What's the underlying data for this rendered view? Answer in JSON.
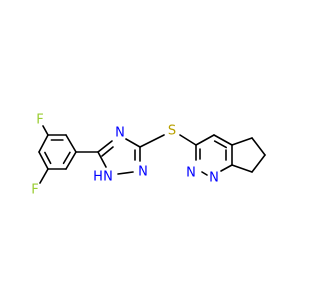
{
  "molecule": {
    "atoms": {
      "f_top": "F",
      "f_bottom": "F",
      "n_triazole_top": "N",
      "n_triazole_bottom": "N",
      "nh_triazole_h": "H",
      "nh_triazole_n": "N",
      "sulfur": "S",
      "n_pyridazine_1": "N",
      "n_pyridazine_2": "N"
    },
    "colors": {
      "bond": "#000000",
      "fluorine": "#9ACD32",
      "nitrogen": "#0000FF",
      "sulfur": "#B8A000"
    }
  }
}
